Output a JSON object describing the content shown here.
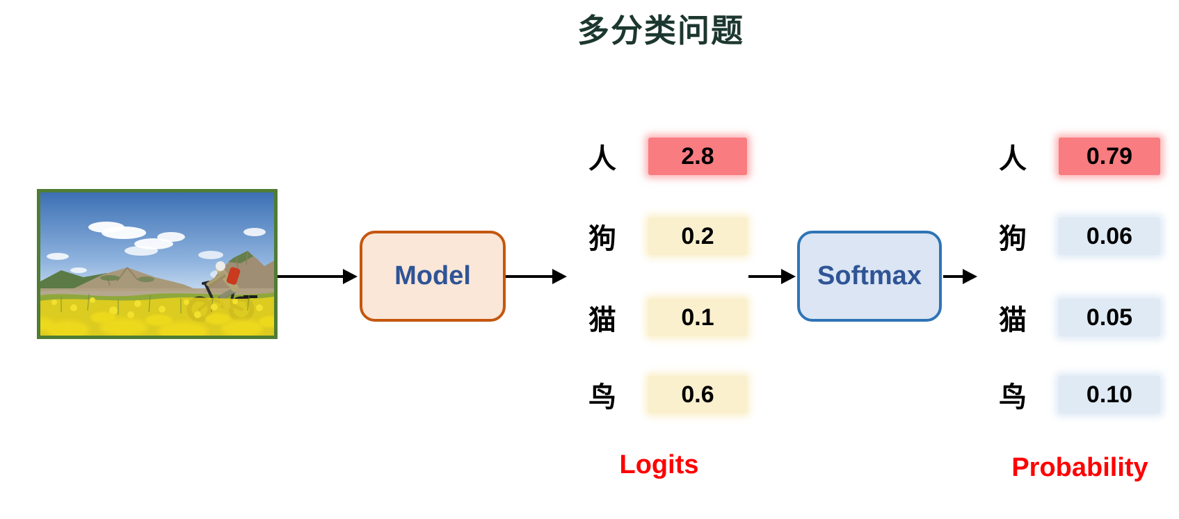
{
  "title": "多分类问题",
  "photo": {
    "subject": "cyclist with white helmet and red backpack riding through a yellow flower field, mountains and blue sky behind"
  },
  "model_box": {
    "label": "Model"
  },
  "softmax_box": {
    "label": "Softmax"
  },
  "logits": {
    "caption": "Logits",
    "rows": [
      {
        "label": "人",
        "value": "2.8",
        "highlight": "red"
      },
      {
        "label": "狗",
        "value": "0.2",
        "highlight": "cream"
      },
      {
        "label": "猫",
        "value": "0.1",
        "highlight": "cream"
      },
      {
        "label": "鸟",
        "value": "0.6",
        "highlight": "cream"
      }
    ]
  },
  "probability": {
    "caption": "Probability",
    "rows": [
      {
        "label": "人",
        "value": "0.79",
        "highlight": "red"
      },
      {
        "label": "狗",
        "value": "0.06",
        "highlight": "blue"
      },
      {
        "label": "猫",
        "value": "0.05",
        "highlight": "blue"
      },
      {
        "label": "鸟",
        "value": "0.10",
        "highlight": "blue"
      }
    ]
  },
  "colors": {
    "title_green": "#1C372F",
    "caption_red": "#FF0000",
    "red_highlight": "#F87C80",
    "cream_highlight": "#FBF0CE",
    "blue_highlight": "#DFEAF5",
    "model_fill": "#FAE7D8",
    "model_border": "#C4570F",
    "softmax_fill": "#DBE5F3",
    "softmax_border": "#2E74B5",
    "node_text_blue": "#2F5496",
    "photo_border_green": "#507C34",
    "arrow_black": "#000000"
  }
}
